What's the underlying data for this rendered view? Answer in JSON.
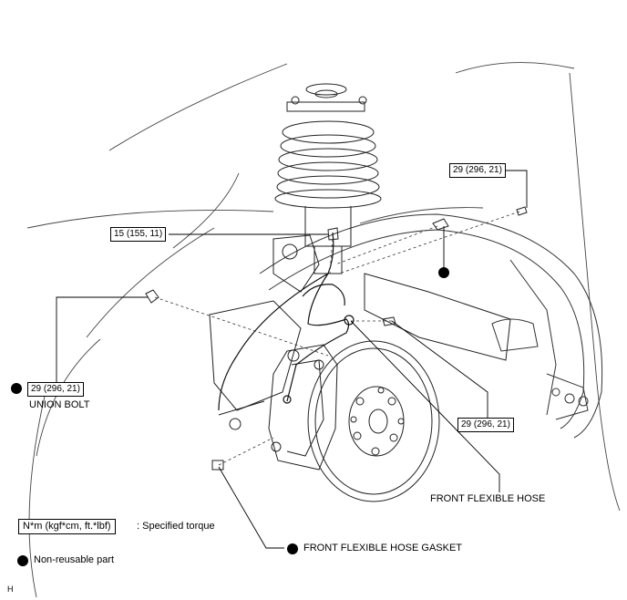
{
  "callouts": {
    "top_right_torque": "29 (296, 21)",
    "strut_torque": "15 (155, 11)",
    "union_bolt_torque": "29 (296, 21)",
    "right_torque": "29 (296, 21)"
  },
  "labels": {
    "union_bolt": "UNION BOLT",
    "front_flexible_hose": "FRONT FLEXIBLE HOSE",
    "front_flexible_hose_gasket": "FRONT FLEXIBLE HOSE GASKET"
  },
  "legend": {
    "torque_unit": "N*m (kgf*cm, ft.*lbf)",
    "torque_desc": ": Specified torque",
    "nonreusable_desc": "Non-reusable part"
  },
  "corner_code": "H"
}
